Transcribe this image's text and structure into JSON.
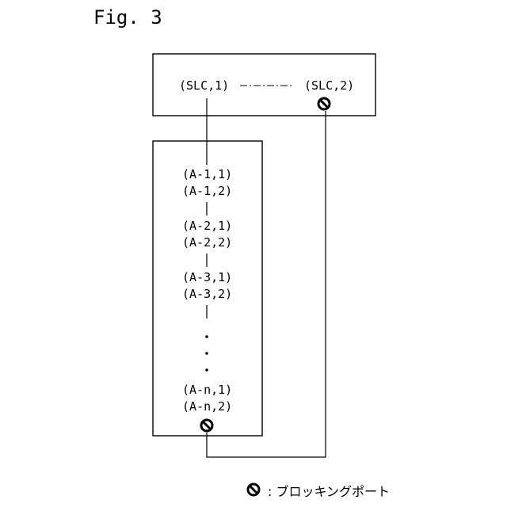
{
  "figure": {
    "title": "Fig. 3"
  },
  "slc_box": {
    "ports": [
      {
        "label": "(SLC,1)",
        "blocking": false
      },
      {
        "label": "(SLC,2)",
        "blocking": true
      }
    ]
  },
  "ring": {
    "nodes": [
      {
        "labels": [
          "(A-1,1)",
          "(A-1,2)"
        ]
      },
      {
        "labels": [
          "(A-2,1)",
          "(A-2,2)"
        ]
      },
      {
        "labels": [
          "(A-3,1)",
          "(A-3,2)"
        ]
      },
      {
        "labels": [
          "(A-n,1)",
          "(A-n,2)"
        ]
      }
    ],
    "ellipsis_dots": 3,
    "last_port_blocking": true
  },
  "legend": {
    "icon": "blocking-port-icon",
    "separator": ":",
    "text": "ブロッキングポート"
  }
}
